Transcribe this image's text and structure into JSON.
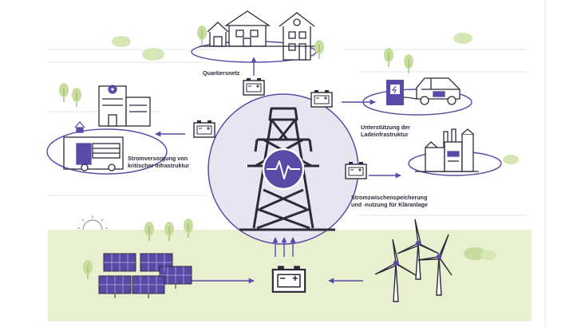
{
  "colors": {
    "accent": "#5a4aa8",
    "ink": "#2b2b3a",
    "ground": "#e8f0cf",
    "tree": "#c6dd9d",
    "circle": "#e7e6f0",
    "background": "#ffffff"
  },
  "labels": {
    "quartiersnetz": {
      "line1": "Quartiersnetz"
    },
    "ladeinfrastruktur": {
      "line1": "Unterstützung der",
      "line2": "Ladeinfrastruktur"
    },
    "kritisch": {
      "line1": "Stromversorgung von",
      "line2": "kritischer Infrastruktur"
    },
    "klaeranlage": {
      "line1": "Stromzwischenspeicherung",
      "line2": "und -nutzung für Kläranlage"
    }
  },
  "icons": {
    "pylon": "pylon-icon",
    "battery": "battery-icon",
    "houses": "houses-icon",
    "hospital": "hospital-icon",
    "fire_truck": "fire-truck-icon",
    "charging_station": "charging-station-icon",
    "electric_car": "electric-car-icon",
    "factory": "treatment-plant-icon",
    "solar": "solar-panels-icon",
    "wind": "wind-turbines-icon",
    "sun": "sun-icon",
    "tree": "tree-icon"
  }
}
